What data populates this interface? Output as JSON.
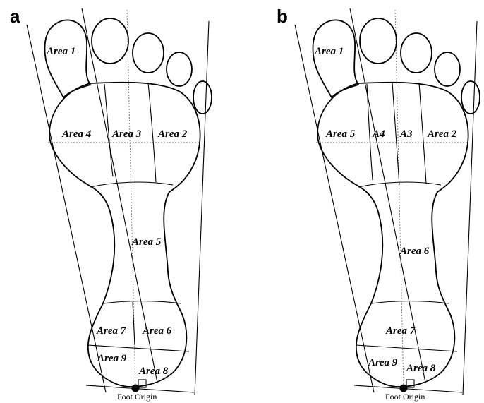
{
  "panels": [
    {
      "letter": "a",
      "areas": {
        "area1": "Area 1",
        "area2": "Area 2",
        "area3": "Area 3",
        "area4": "Area 4",
        "area5": "Area 5",
        "area6": "Area 6",
        "area7": "Area 7",
        "area8": "Area 8",
        "area9": "Area 9"
      },
      "origin_label": "Foot Origin"
    },
    {
      "letter": "b",
      "areas": {
        "area1": "Area 1",
        "area2": "Area 2",
        "a3": "A3",
        "a4": "A4",
        "area5": "Area 5",
        "area6": "Area 6",
        "area7": "Area 7",
        "area8": "Area 8",
        "area9": "Area 9"
      },
      "origin_label": "Foot Origin"
    }
  ]
}
